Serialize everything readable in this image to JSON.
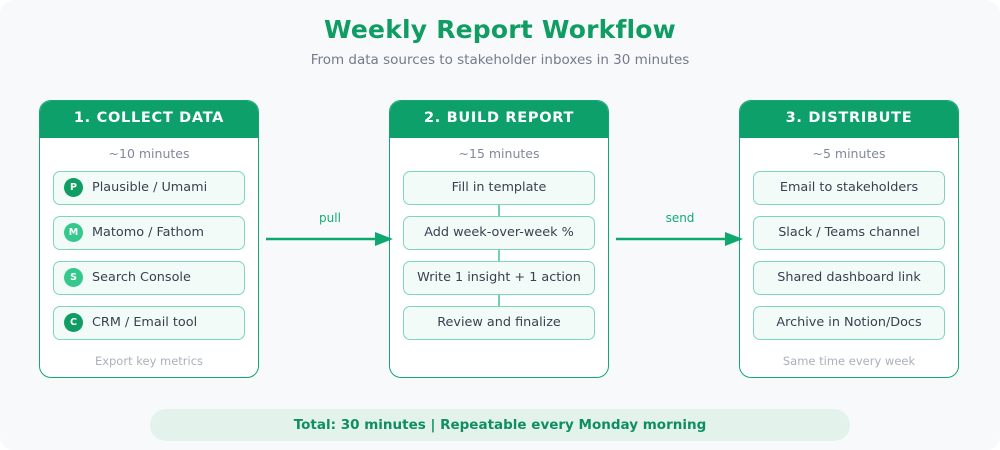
{
  "header": {
    "title": "Weekly Report Workflow",
    "subtitle": "From data sources to stakeholder inboxes in 30 minutes"
  },
  "colors": {
    "accent": "#0ea06a",
    "title": "#0f9d63",
    "pill_border": "#7ed7b4",
    "pill_fill": "#f2fbf7",
    "badge_dark": "#0f9d63",
    "badge_light": "#35c88d",
    "summary_fill": "#e3f3ec",
    "canvas": "#f8f9fb"
  },
  "columns": [
    {
      "header": "1. COLLECT DATA",
      "duration": "~10 minutes",
      "layout": "badges",
      "footer": "Export key metrics",
      "items": [
        {
          "badge": "P",
          "badge_tone": "dark",
          "label": "Plausible / Umami"
        },
        {
          "badge": "M",
          "badge_tone": "light",
          "label": "Matomo / Fathom"
        },
        {
          "badge": "S",
          "badge_tone": "light",
          "label": "Search Console"
        },
        {
          "badge": "C",
          "badge_tone": "dark",
          "label": "CRM / Email tool"
        }
      ]
    },
    {
      "header": "2. BUILD REPORT",
      "duration": "~15 minutes",
      "layout": "steps",
      "footer": "",
      "items": [
        {
          "label": "Fill in template"
        },
        {
          "label": "Add week-over-week %"
        },
        {
          "label": "Write 1 insight + 1 action"
        },
        {
          "label": "Review and finalize"
        }
      ]
    },
    {
      "header": "3. DISTRIBUTE",
      "duration": "~5 minutes",
      "layout": "plain",
      "footer": "Same time every week",
      "items": [
        {
          "label": "Email to stakeholders"
        },
        {
          "label": "Slack / Teams channel"
        },
        {
          "label": "Shared dashboard link"
        },
        {
          "label": "Archive in Notion/Docs"
        }
      ]
    }
  ],
  "arrows": [
    {
      "label": "pull"
    },
    {
      "label": "send"
    }
  ],
  "summary": "Total: 30 minutes | Repeatable every Monday morning"
}
